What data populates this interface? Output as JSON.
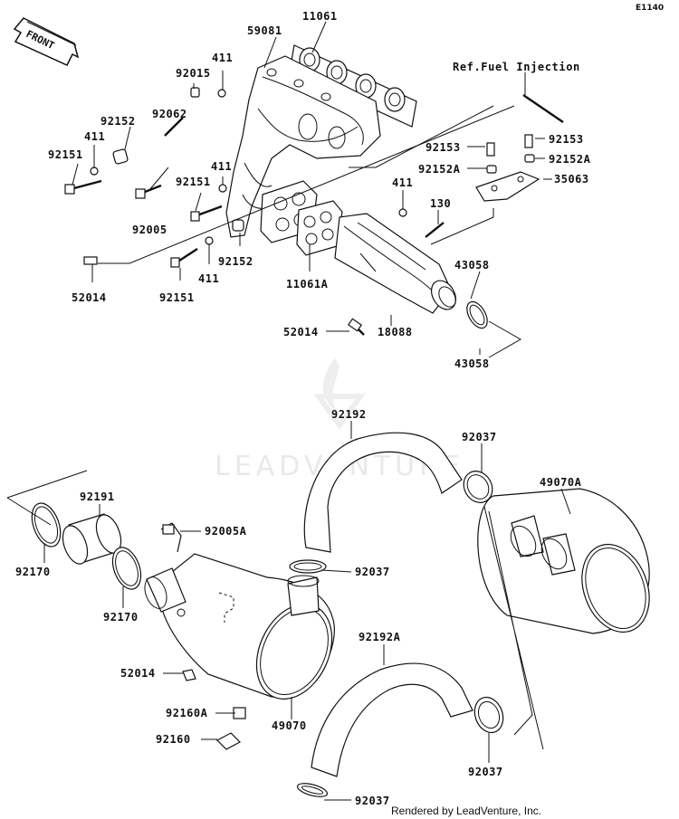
{
  "diagram_code": "E1140",
  "front_arrow": "FRONT",
  "reference_note": "Ref.Fuel Injection",
  "watermark": "LEADVENTURE",
  "footer": "Rendered by LeadVenture, Inc.",
  "labels": {
    "p11061": "11061",
    "p59081": "59081",
    "p411_a": "411",
    "p92015": "92015",
    "p92062": "92062",
    "p92152_a": "92152",
    "p411_b": "411",
    "p92151_a": "92151",
    "p92005": "92005",
    "p411_c": "411",
    "p92151_b": "92151",
    "p52014_a": "52014",
    "p92151_c": "92151",
    "p411_d": "411",
    "p92152_b": "92152",
    "p11061A": "11061A",
    "p411_e": "411",
    "p130": "130",
    "p92153_a": "92153",
    "p92153_b": "92153",
    "p92152A_a": "92152A",
    "p92152A_b": "92152A",
    "p35063": "35063",
    "p43058_a": "43058",
    "p43058_b": "43058",
    "p52014_b": "52014",
    "p18088": "18088",
    "p92192": "92192",
    "p92037_a": "92037",
    "p49070A": "49070A",
    "p92191": "92191",
    "p92005A": "92005A",
    "p92170_a": "92170",
    "p92170_b": "92170",
    "p92037_b": "92037",
    "p52014_c": "52014",
    "p92192A": "92192A",
    "p92160A": "92160A",
    "p49070": "49070",
    "p92160": "92160",
    "p92037_c": "92037",
    "p92037_d": "92037"
  }
}
